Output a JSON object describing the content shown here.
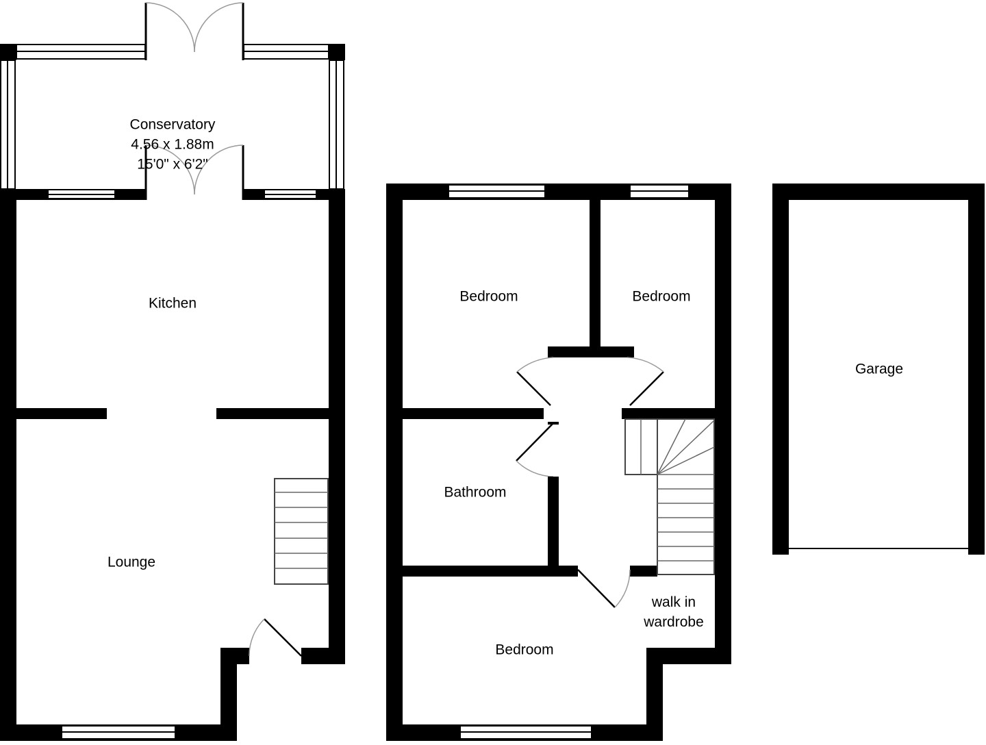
{
  "floorplan": {
    "ground_floor": {
      "rooms": [
        {
          "name": "Conservatory",
          "dimensions_metric": "4.56 x 1.88m",
          "dimensions_imperial": "15'0\" x 6'2\""
        },
        {
          "name": "Kitchen"
        },
        {
          "name": "Lounge"
        }
      ]
    },
    "first_floor": {
      "rooms": [
        {
          "name": "Bedroom"
        },
        {
          "name": "Bedroom"
        },
        {
          "name": "Bathroom"
        },
        {
          "name": "Bedroom"
        },
        {
          "name": "walk in",
          "name_line2": "wardrobe"
        }
      ]
    },
    "outbuilding": {
      "rooms": [
        {
          "name": "Garage"
        }
      ]
    },
    "colors": {
      "wall": "#000000",
      "background": "#ffffff",
      "door_arc": "#999999"
    }
  }
}
